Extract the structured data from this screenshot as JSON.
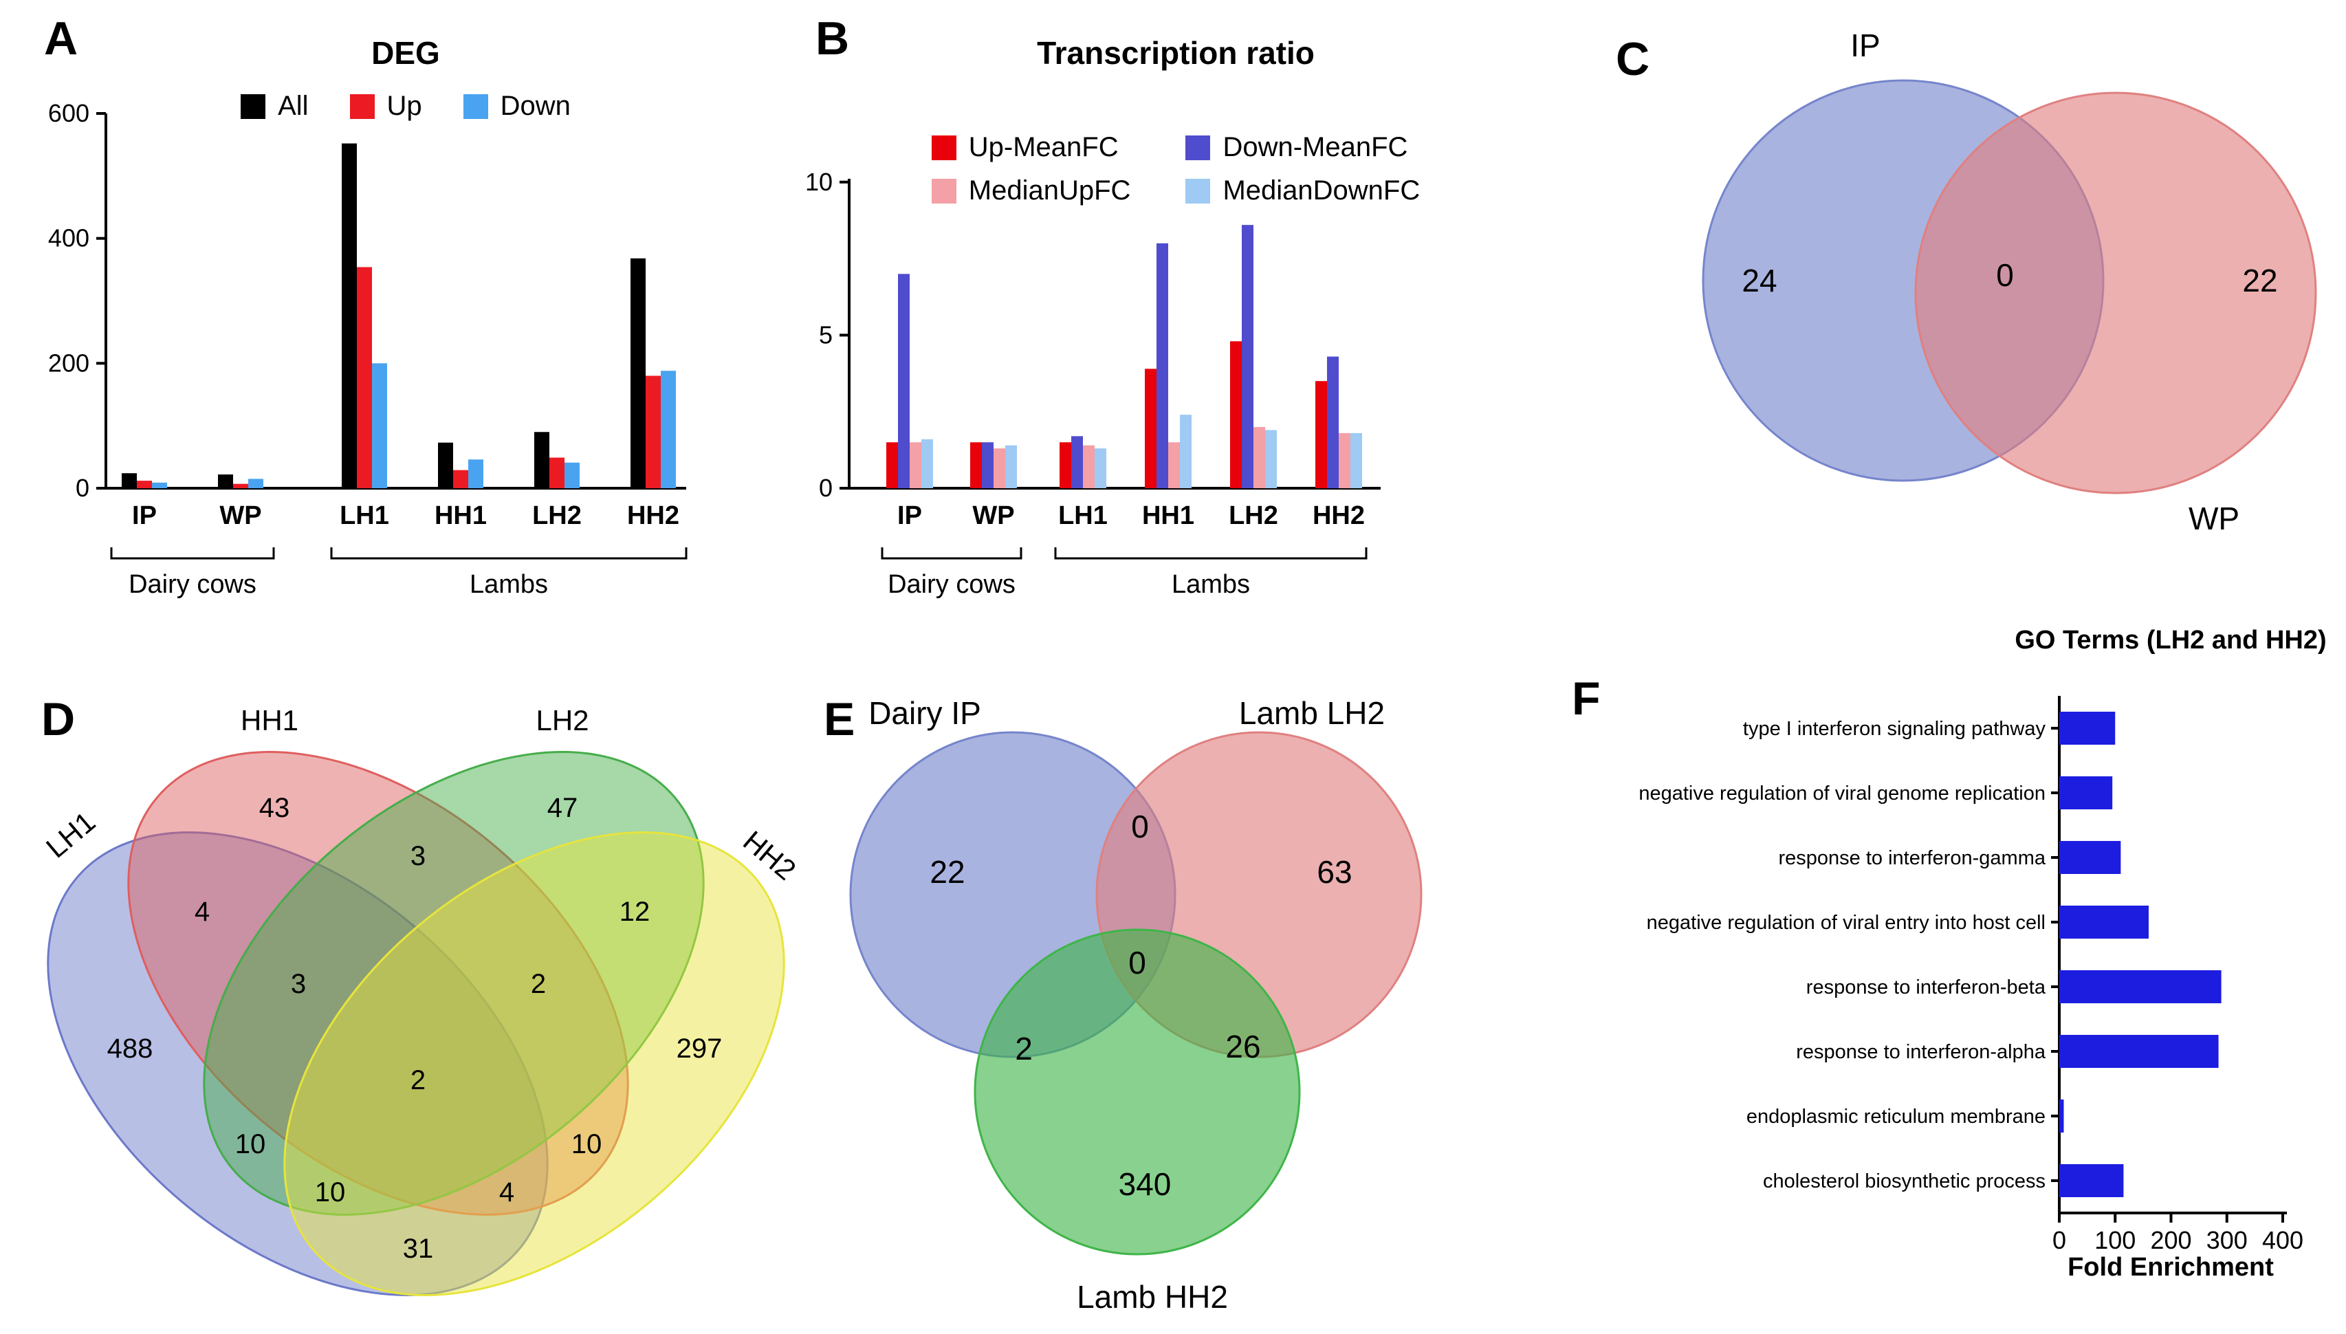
{
  "chart_data": [
    {
      "panel": "A",
      "type": "bar",
      "title": "DEG",
      "categories": [
        "IP",
        "WP",
        "LH1",
        "HH1",
        "LH2",
        "HH2"
      ],
      "series": [
        {
          "name": "All",
          "color": "#000000",
          "values": [
            24,
            22,
            552,
            73,
            90,
            368
          ]
        },
        {
          "name": "Up",
          "color": "#ec1b23",
          "values": [
            12,
            7,
            354,
            29,
            49,
            180
          ]
        },
        {
          "name": "Down",
          "color": "#4aa3f0",
          "values": [
            9,
            15,
            200,
            46,
            41,
            188
          ]
        }
      ],
      "ylim": [
        0,
        600
      ],
      "yticks": [
        0,
        200,
        400,
        600
      ],
      "groups": [
        {
          "label": "Dairy cows",
          "from": 0,
          "to": 1
        },
        {
          "label": "Lambs",
          "from": 2,
          "to": 5
        }
      ],
      "legend_position": "top",
      "grid": false
    },
    {
      "panel": "B",
      "type": "bar",
      "title": "Transcription ratio",
      "categories": [
        "IP",
        "WP",
        "LH1",
        "HH1",
        "LH2",
        "HH2"
      ],
      "series": [
        {
          "name": "Up-MeanFC",
          "color": "#e8000b",
          "values": [
            1.5,
            1.5,
            1.5,
            3.9,
            4.8,
            3.5
          ]
        },
        {
          "name": "Down-MeanFC",
          "color": "#4f4ccd",
          "values": [
            7.0,
            1.5,
            1.7,
            8.0,
            8.6,
            4.3
          ]
        },
        {
          "name": "MedianUpFC",
          "color": "#f3a0a6",
          "values": [
            1.5,
            1.3,
            1.4,
            1.5,
            2.0,
            1.8
          ]
        },
        {
          "name": "MedianDownFC",
          "color": "#9ecaf3",
          "values": [
            1.6,
            1.4,
            1.3,
            2.4,
            1.9,
            1.8
          ]
        }
      ],
      "ylim": [
        0,
        11.5
      ],
      "yticks": [
        0,
        5,
        10
      ],
      "groups": [
        {
          "label": "Dairy cows",
          "from": 0,
          "to": 1
        },
        {
          "label": "Lambs",
          "from": 2,
          "to": 5
        }
      ],
      "legend_position": "top",
      "grid": false
    },
    {
      "panel": "C",
      "type": "venn",
      "sets": [
        {
          "label": "IP",
          "color": "#7585cc"
        },
        {
          "label": "WP",
          "color": "#e08080"
        }
      ],
      "regions": {
        "IP": 24,
        "IP_WP": 0,
        "WP": 22
      }
    },
    {
      "panel": "D",
      "type": "venn",
      "sets": [
        {
          "label": "LH1",
          "color": "#6b79c9"
        },
        {
          "label": "HH1",
          "color": "#de5f5f"
        },
        {
          "label": "LH2",
          "color": "#46ad4a"
        },
        {
          "label": "HH2",
          "color": "#e7e43c"
        }
      ],
      "regions": {
        "LH1": 488,
        "HH1": 43,
        "LH2": 47,
        "HH2": 297,
        "LH1_HH1": 4,
        "HH1_LH2": 3,
        "LH2_HH2": 12,
        "LH1_LH2": 10,
        "HH1_HH2": 10,
        "LH1_HH2": 31,
        "LH1_HH1_LH2": 3,
        "HH1_LH2_HH2": 2,
        "LH1_LH2_HH2": 10,
        "LH1_HH1_HH2": 4,
        "LH1_HH1_LH2_HH2": 2
      }
    },
    {
      "panel": "E",
      "type": "venn",
      "sets": [
        {
          "label": "Dairy IP",
          "color": "#7585cc"
        },
        {
          "label": "Lamb LH2",
          "color": "#e08080"
        },
        {
          "label": "Lamb HH2",
          "color": "#3fb549"
        }
      ],
      "regions": {
        "IP": 22,
        "LH2": 63,
        "HH2": 340,
        "IP_LH2": 0,
        "IP_HH2": 2,
        "LH2_HH2": 26,
        "IP_LH2_HH2": 0
      }
    },
    {
      "panel": "F",
      "type": "bar",
      "orientation": "horizontal",
      "title": "GO Terms (LH2 and HH2)",
      "categories": [
        "type I interferon signaling pathway",
        "negative regulation of viral genome replication",
        "response to interferon-gamma",
        "negative regulation of viral entry into host cell",
        "response to interferon-beta",
        "response to interferon-alpha",
        "endoplasmic reticulum membrane",
        "cholesterol biosynthetic process"
      ],
      "values": [
        100,
        95,
        110,
        160,
        290,
        285,
        8,
        115
      ],
      "bar_color": "#1d1de0",
      "xlabel": "Fold Enrichment",
      "xlim": [
        0,
        400
      ],
      "xticks": [
        0,
        100,
        200,
        300,
        400
      ],
      "grid": false
    }
  ]
}
